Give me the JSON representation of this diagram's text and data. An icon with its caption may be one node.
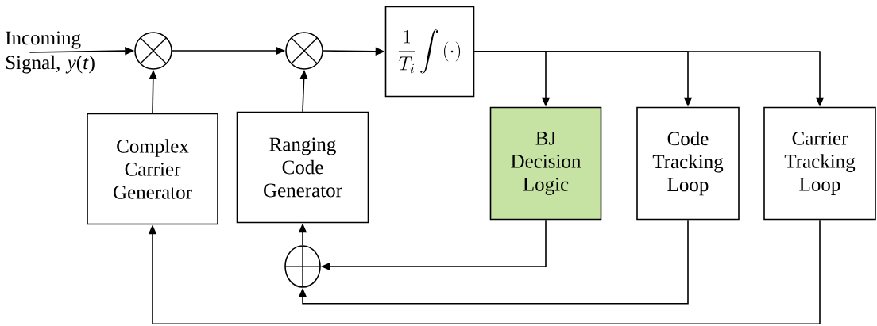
{
  "diagram": {
    "nodes": [
      {
        "text": [
          "Incoming Signal, *y*(*t*)"
        ]
      },
      {
        "text": [],
        "shape": "circle"
      },
      {
        "text": [],
        "shape": "circle"
      },
      {
        "text": [
          "\\frac{1}{T_i}\\int\\left(\\cdot\\right)"
        ]
      },
      {
        "text": [
          "Complex Carrier Generator"
        ]
      },
      {
        "text": [
          "Ranging Code Generator"
        ]
      },
      {
        "text": [
          "BJ Decision Logic"
        ]
      },
      {
        "text": [
          "Code Tracking Loop"
        ]
      },
      {
        "text": [
          "Carrier Tracking Loop"
        ]
      },
      {
        "text": [],
        "shape": "circle"
      }
    ],
    "edges": [
      {
        "from": 0,
        "to": 1,
        "arrow": "to"
      },
      {
        "from": 1,
        "to": 2,
        "arrow": "to"
      },
      {
        "from": 2,
        "to": 3,
        "arrow": "to"
      },
      {
        "from": 4,
        "to": 1,
        "arrow": "to"
      },
      {
        "from": 5,
        "to": 2,
        "arrow": "to"
      },
      {
        "from": 3,
        "to": 6,
        "arrow": "to"
      },
      {
        "from": 3,
        "to": 7,
        "arrow": "to"
      },
      {
        "from": 3,
        "to": 8,
        "arrow": "to"
      },
      {
        "from": 6,
        "to": 9,
        "arrow": "to"
      },
      {
        "from": 9,
        "to": 5,
        "arrow": "to"
      },
      {
        "from": 7,
        "to": 9,
        "arrow": "to"
      },
      {
        "from": 8,
        "to": 4,
        "arrow": "to"
      }
    ]
  }
}
